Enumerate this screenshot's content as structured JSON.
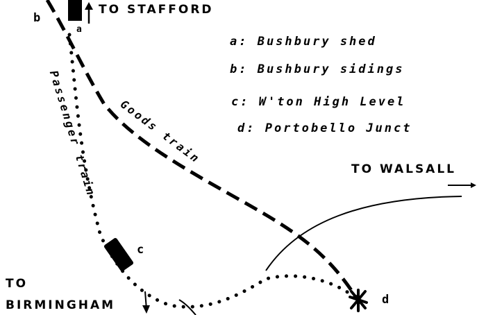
{
  "destinations": {
    "stafford": "TO STAFFORD",
    "walsall": "TO WALSALL",
    "birmingham_line1": "TO",
    "birmingham_line2": "BIRMINGHAM"
  },
  "legend": [
    {
      "key": "a",
      "text": "a: Bushbury shed"
    },
    {
      "key": "b",
      "text": "b: Bushbury sidings"
    },
    {
      "key": "c",
      "text": "c: W'ton High Level"
    },
    {
      "key": "d",
      "text": "d: Portobello Junct"
    }
  ],
  "point_labels": {
    "a": "a",
    "b": "b",
    "c": "c",
    "d": "d"
  },
  "trains": {
    "goods": "Goods train",
    "passenger": "Passenger train"
  },
  "colors": {
    "ink": "#000000",
    "paper": "#ffffff"
  }
}
